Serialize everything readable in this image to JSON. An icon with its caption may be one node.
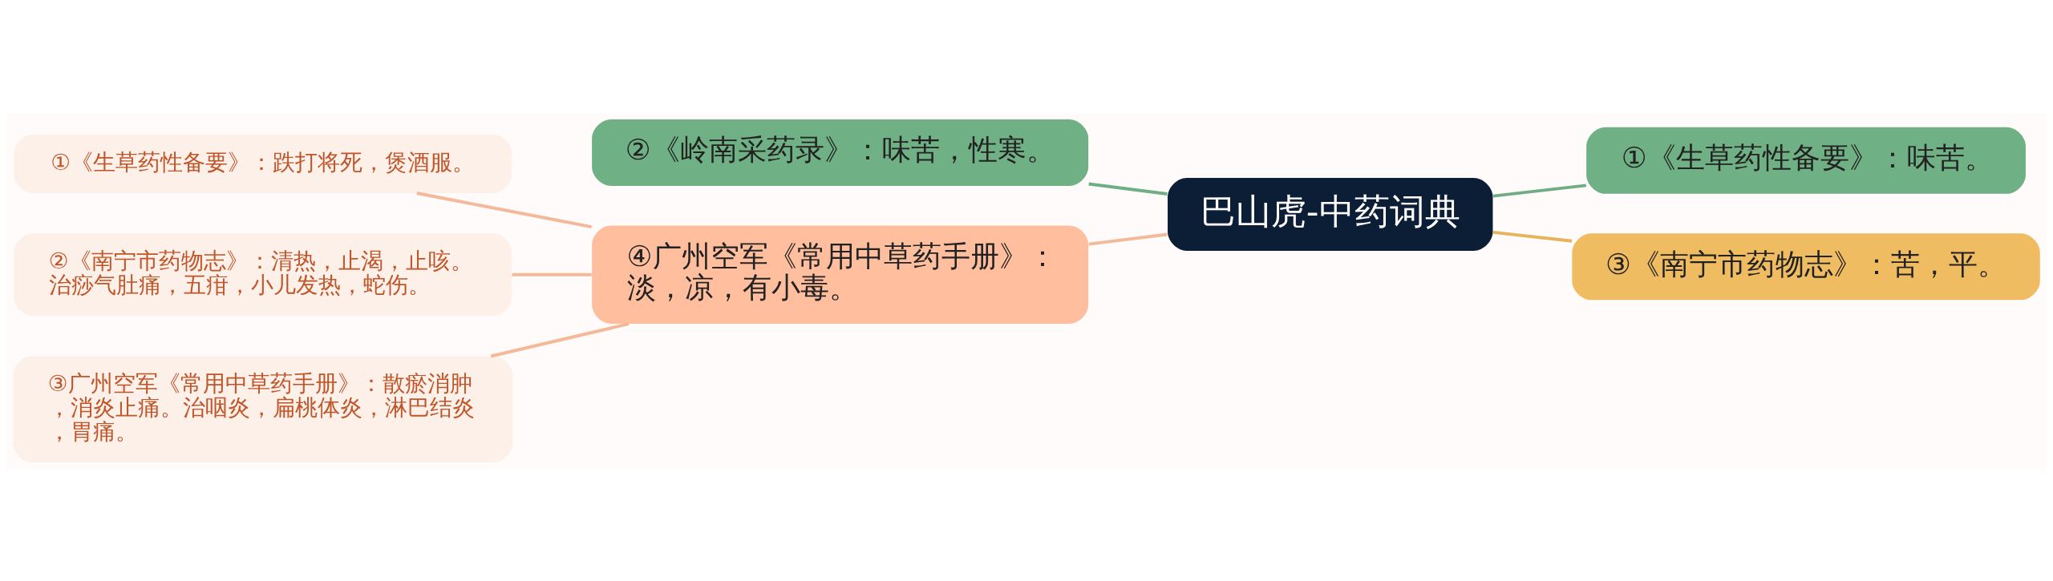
{
  "diagram": {
    "nodes": [
      {
        "text": [
          "巴山虎-中药词典"
        ]
      },
      {
        "text": [
          "②《岭南采药录》：味苦，性寒。"
        ]
      },
      {
        "text": [
          "①《生草药性备要》：味苦。"
        ]
      },
      {
        "text": [
          "③《南宁市药物志》：苦，平。"
        ]
      },
      {
        "text": [
          "④广州空军《常用中草药手册》：淡，凉，有小毒。"
        ]
      },
      {
        "text": [
          "①《生草药性备要》：跌打将死，煲酒服。"
        ]
      },
      {
        "text": [
          "②《南宁市药物志》：清热，止渴，止咳。治痧气肚痛，五疳，小儿发热，蛇伤。"
        ]
      },
      {
        "text": [
          "③广州空军《常用中草药手册》：散瘀消肿，消炎止痛。治咽炎，扁桃体炎，淋巴结炎，胃痛。"
        ]
      }
    ],
    "edges": [
      {
        "from": 0,
        "to": 1,
        "arrow": "none",
        "color": "#6fae85"
      },
      {
        "from": 0,
        "to": 2,
        "arrow": "none",
        "color": "#6fae85"
      },
      {
        "from": 0,
        "to": 3,
        "arrow": "none",
        "color": "#e6b45c"
      },
      {
        "from": 0,
        "to": 4,
        "arrow": "none"
      },
      {
        "from": 4,
        "to": 5,
        "arrow": "none"
      },
      {
        "from": 4,
        "to": 6,
        "arrow": "none"
      },
      {
        "from": 4,
        "to": 7,
        "arrow": "none"
      }
    ]
  }
}
